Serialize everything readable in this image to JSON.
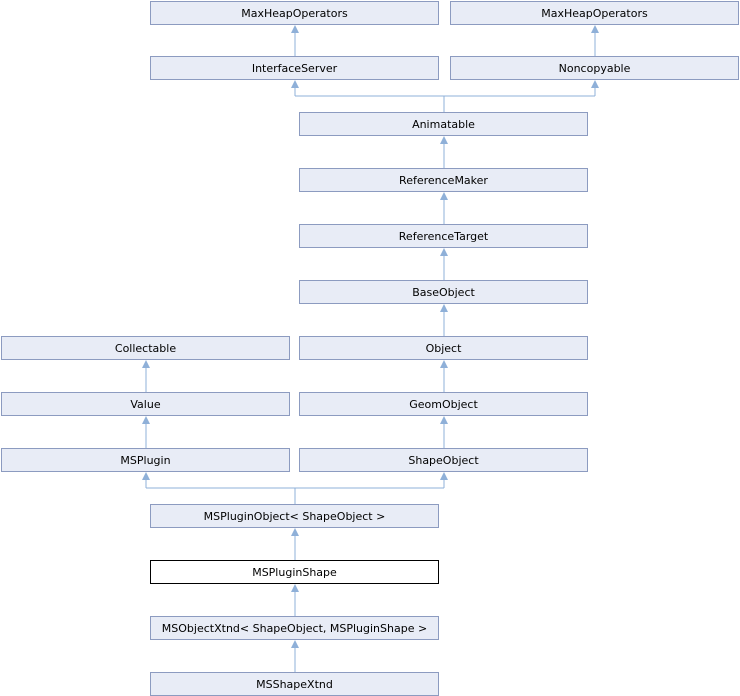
{
  "diagram": {
    "nodes": {
      "maxheap1": "MaxHeapOperators",
      "maxheap2": "MaxHeapOperators",
      "interfaceserver": "InterfaceServer",
      "noncopyable": "Noncopyable",
      "animatable": "Animatable",
      "referencemaker": "ReferenceMaker",
      "referencetarget": "ReferenceTarget",
      "baseobject": "BaseObject",
      "collectable": "Collectable",
      "object": "Object",
      "value": "Value",
      "geomobject": "GeomObject",
      "msplugin": "MSPlugin",
      "shapeobject": "ShapeObject",
      "mspluginobject": "MSPluginObject< ShapeObject >",
      "mspluginshape": "MSPluginShape",
      "msobjectxtnd": "MSObjectXtnd< ShapeObject, MSPluginShape >",
      "msshapextnd": "MSShapeXtnd"
    },
    "colors": {
      "node_fill": "#e8ecf6",
      "node_border": "#8c9bc0",
      "current_border": "#000000",
      "edge": "#8fb0d8"
    }
  }
}
